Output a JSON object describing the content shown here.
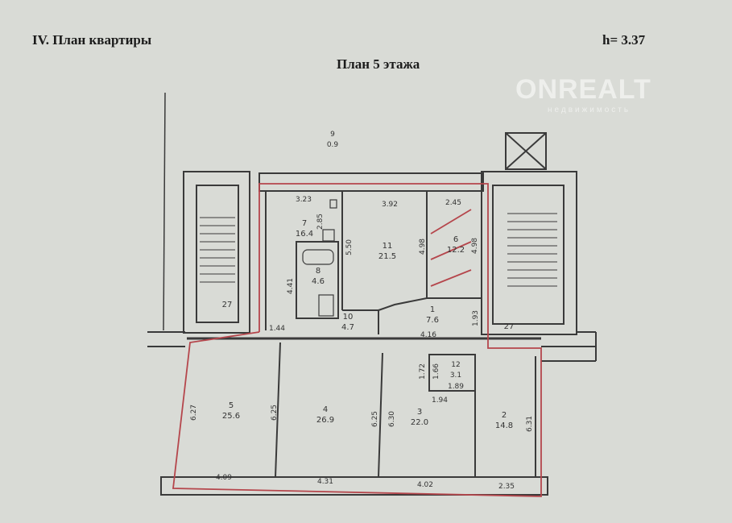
{
  "header": {
    "section_title": "IV. План квартиры",
    "floor_title": "План 5 этажа",
    "ceiling_height": "h= 3.37"
  },
  "watermark": {
    "brand": "ONREALT",
    "subtitle": "недвижимость"
  },
  "rooms": [
    {
      "num": "1",
      "area": "7.6"
    },
    {
      "num": "2",
      "area": "14.8"
    },
    {
      "num": "3",
      "area": "22.0"
    },
    {
      "num": "4",
      "area": "26.9"
    },
    {
      "num": "5",
      "area": "25.6"
    },
    {
      "num": "6",
      "area": "12.2"
    },
    {
      "num": "7",
      "area": "16.4"
    },
    {
      "num": "8",
      "area": "4.6"
    },
    {
      "num": "9",
      "area": "0.9"
    },
    {
      "num": "10",
      "area": "4.7"
    },
    {
      "num": "11",
      "area": "21.5"
    },
    {
      "num": "12",
      "area": "3.1"
    }
  ],
  "stairs": [
    "27",
    "27"
  ],
  "dimensions": {
    "d323": "3.23",
    "d285": "2.85",
    "d550": "5.50",
    "d392": "3.92",
    "d498a": "4.98",
    "d245": "2.45",
    "d498b": "4.98",
    "d441": "4.41",
    "d193": "1.93",
    "d144": "1.44",
    "d416": "4.16",
    "d172": "1.72",
    "d166": "1.66",
    "d189": "1.89",
    "d194": "1.94",
    "d627": "6.27",
    "d625a": "6.25",
    "d625b": "6.25",
    "d630": "6.30",
    "d631": "6.31",
    "d409": "4.09",
    "d431": "4.31",
    "d402": "4.02",
    "d235": "2.35"
  },
  "colors": {
    "paper": "#d9dbd6",
    "wall": "#3a3a3a",
    "outline": "#b5464c"
  }
}
